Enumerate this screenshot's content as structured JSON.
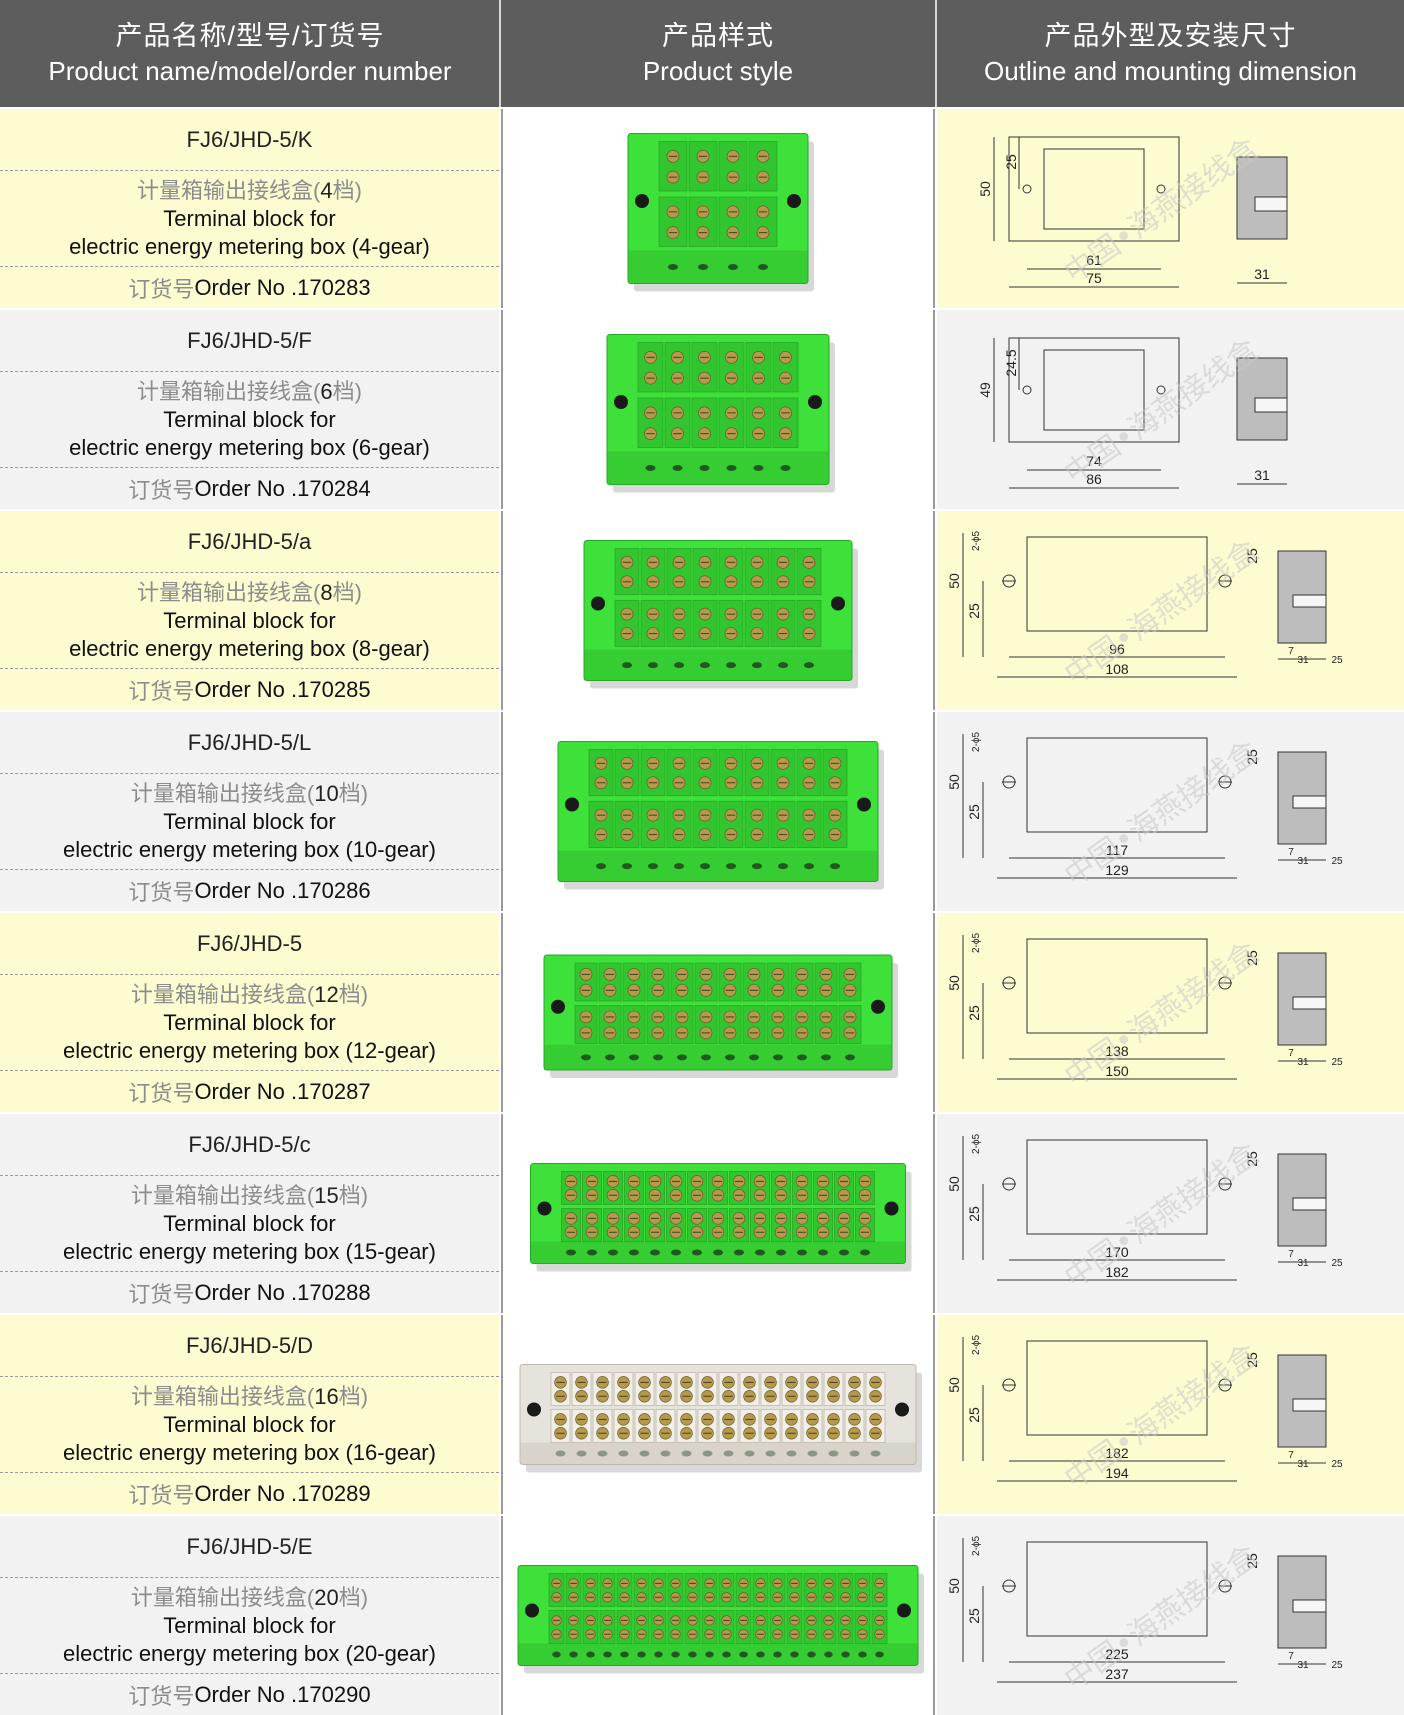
{
  "header": {
    "col1_zh": "产品名称/型号/订货号",
    "col1_en": "Product name/model/order number",
    "col2_zh": "产品样式",
    "col2_en": "Product style",
    "col3_zh": "产品外型及安装尺寸",
    "col3_en": "Outline and mounting dimension"
  },
  "shared": {
    "desc_zh_prefix": "计量箱输出接线盒(",
    "desc_zh_suffix": "档)",
    "desc_en1": "Terminal block for",
    "order_zh": "订货号",
    "order_en_prefix": "Order No . ",
    "watermark": "中国•海燕接线盒",
    "dim_hole": "2-ϕ5",
    "dim_small1": "7",
    "dim_small2": "31",
    "dim_small3": "25"
  },
  "products": [
    {
      "model": "FJ6/JHD-5/K",
      "gear": "4",
      "en2": "electric energy metering box (4-gear)",
      "order": "170283",
      "color": "green",
      "style": "a",
      "dims": {
        "h": "50",
        "h2": "25",
        "inner": "61",
        "outer": "75",
        "depth": "31"
      }
    },
    {
      "model": "FJ6/JHD-5/F",
      "gear": "6",
      "en2": "electric energy metering box (6-gear)",
      "order": "170284",
      "color": "green",
      "style": "a",
      "dims": {
        "h": "49",
        "h2": "24.5",
        "inner": "74",
        "outer": "86",
        "depth": "31"
      }
    },
    {
      "model": "FJ6/JHD-5/a",
      "gear": "8",
      "en2": "electric energy metering box (8-gear)",
      "order": "170285",
      "color": "green",
      "style": "b",
      "dims": {
        "h": "50",
        "h2": "25",
        "inner": "96",
        "outer": "108",
        "depth": "31"
      }
    },
    {
      "model": "FJ6/JHD-5/L",
      "gear": "10",
      "en2": "electric energy metering box (10-gear)",
      "order": "170286",
      "color": "green",
      "style": "b",
      "dims": {
        "h": "50",
        "h2": "25",
        "inner": "117",
        "outer": "129",
        "depth": "31"
      }
    },
    {
      "model": "FJ6/JHD-5",
      "gear": "12",
      "en2": "electric energy metering box (12-gear)",
      "order": "170287",
      "color": "green",
      "style": "b",
      "dims": {
        "h": "50",
        "h2": "25",
        "inner": "138",
        "outer": "150",
        "depth": "31"
      }
    },
    {
      "model": "FJ6/JHD-5/c",
      "gear": "15",
      "en2": "electric energy metering box (15-gear)",
      "order": "170288",
      "color": "green",
      "style": "b",
      "dims": {
        "h": "50",
        "h2": "25",
        "inner": "170",
        "outer": "182",
        "depth": "31"
      }
    },
    {
      "model": "FJ6/JHD-5/D",
      "gear": "16",
      "en2": "electric energy metering box (16-gear)",
      "order": "170289",
      "color": "white",
      "style": "b",
      "dims": {
        "h": "50",
        "h2": "25",
        "inner": "182",
        "outer": "194",
        "depth": "31"
      }
    },
    {
      "model": "FJ6/JHD-5/E",
      "gear": "20",
      "en2": "electric energy metering box (20-gear)",
      "order": "170290",
      "color": "green",
      "style": "b",
      "dims": {
        "h": "50",
        "h2": "25",
        "inner": "225",
        "outer": "237",
        "depth": "31"
      }
    }
  ],
  "colors": {
    "header_bg": "#5d5d5d",
    "row_yellow": "#fdfcd0",
    "row_gray": "#f2f2f2",
    "terminal_green": "#3ee03a",
    "terminal_white": "#e6e3dc"
  }
}
